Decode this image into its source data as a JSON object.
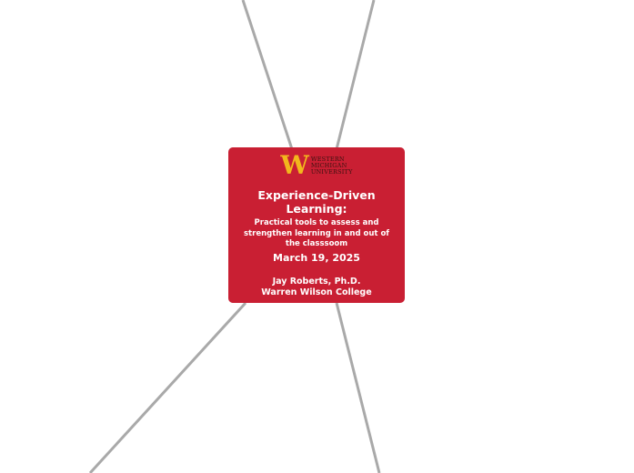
{
  "logo": {
    "mark": "W",
    "lines": [
      "Western",
      "Michigan",
      "University"
    ]
  },
  "central_topic": {
    "title": "Experience-Driven Learning:",
    "subtitle": "Practical tools to assess and strengthen learning in and out of the classsoom",
    "date": "March 19, 2025",
    "presenter": "Jay Roberts, Ph.D.",
    "institution": "Warren Wilson College"
  },
  "colors": {
    "node_background": "#c91f33",
    "node_text": "#ffffff",
    "logo_gold": "#f2b71d",
    "connector": "#a9a9a9"
  }
}
